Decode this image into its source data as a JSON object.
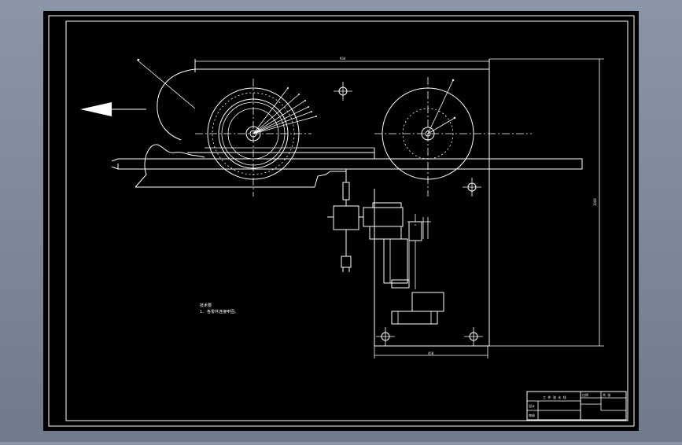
{
  "drawing": {
    "background": "#000000",
    "line_color": "#ffffff",
    "outer_bg": "#8a96a8"
  },
  "dimensions": {
    "top_width": "934",
    "right_height": "1000",
    "bottom_width": "450"
  },
  "notes": {
    "line1": "技术要",
    "line2": "1.  各零件连接牢固。"
  },
  "title_block": {
    "title": "工 件 流 水 线",
    "scale_header": "比例",
    "sheet_header": "共 张",
    "designer": "设计",
    "reviewer": "审核"
  }
}
